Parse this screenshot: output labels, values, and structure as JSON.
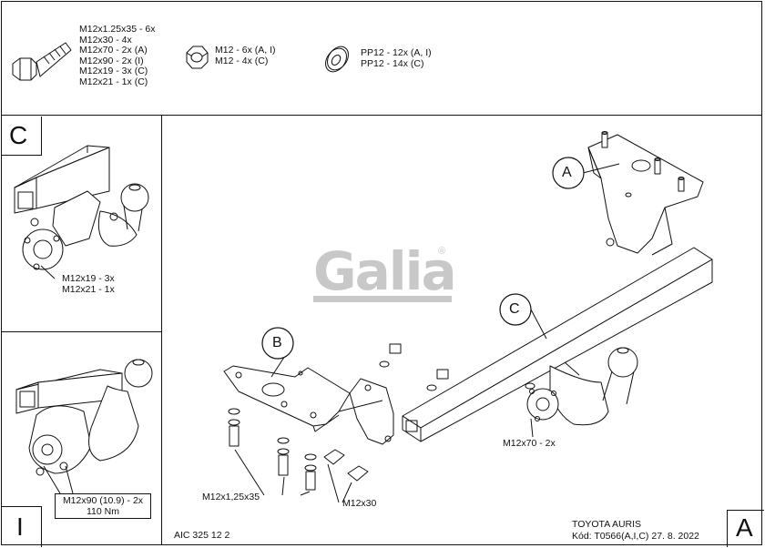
{
  "parts": {
    "bolts": [
      "M12x1.25x35 - 6x",
      "M12x30 - 4x",
      "M12x70 - 2x (A)",
      "M12x90 - 2x (I)",
      "M12x19 - 3x (C)",
      "M12x21 - 1x (C)"
    ],
    "nuts": [
      "M12 - 6x (A, I)",
      "M12 - 4x (C)"
    ],
    "washers": [
      "PP12 - 12x (A, I)",
      "PP12 - 14x (C)"
    ]
  },
  "logo": {
    "text": "Galia",
    "mark": "®"
  },
  "labels": {
    "panel_c": "C",
    "panel_i": "I",
    "panel_a": "A",
    "callout_a": "A",
    "callout_b": "B",
    "callout_c": "C"
  },
  "panel_c_bolts": [
    "M12x19 - 3x",
    "M12x21 - 1x"
  ],
  "panel_i_bolt": "M12x90 (10.9) - 2x",
  "panel_i_torque": "110 Nm",
  "main_labels": {
    "bolt_a": "M12x70 - 2x",
    "bolt_b1": "M12x1,25x35",
    "bolt_b2": "M12x30"
  },
  "footer": {
    "code": "AIC 325 12 2",
    "vehicle": "TOYOTA AURIS",
    "kod": "Kód: T0566(A,I,C)  27. 8. 2022"
  }
}
